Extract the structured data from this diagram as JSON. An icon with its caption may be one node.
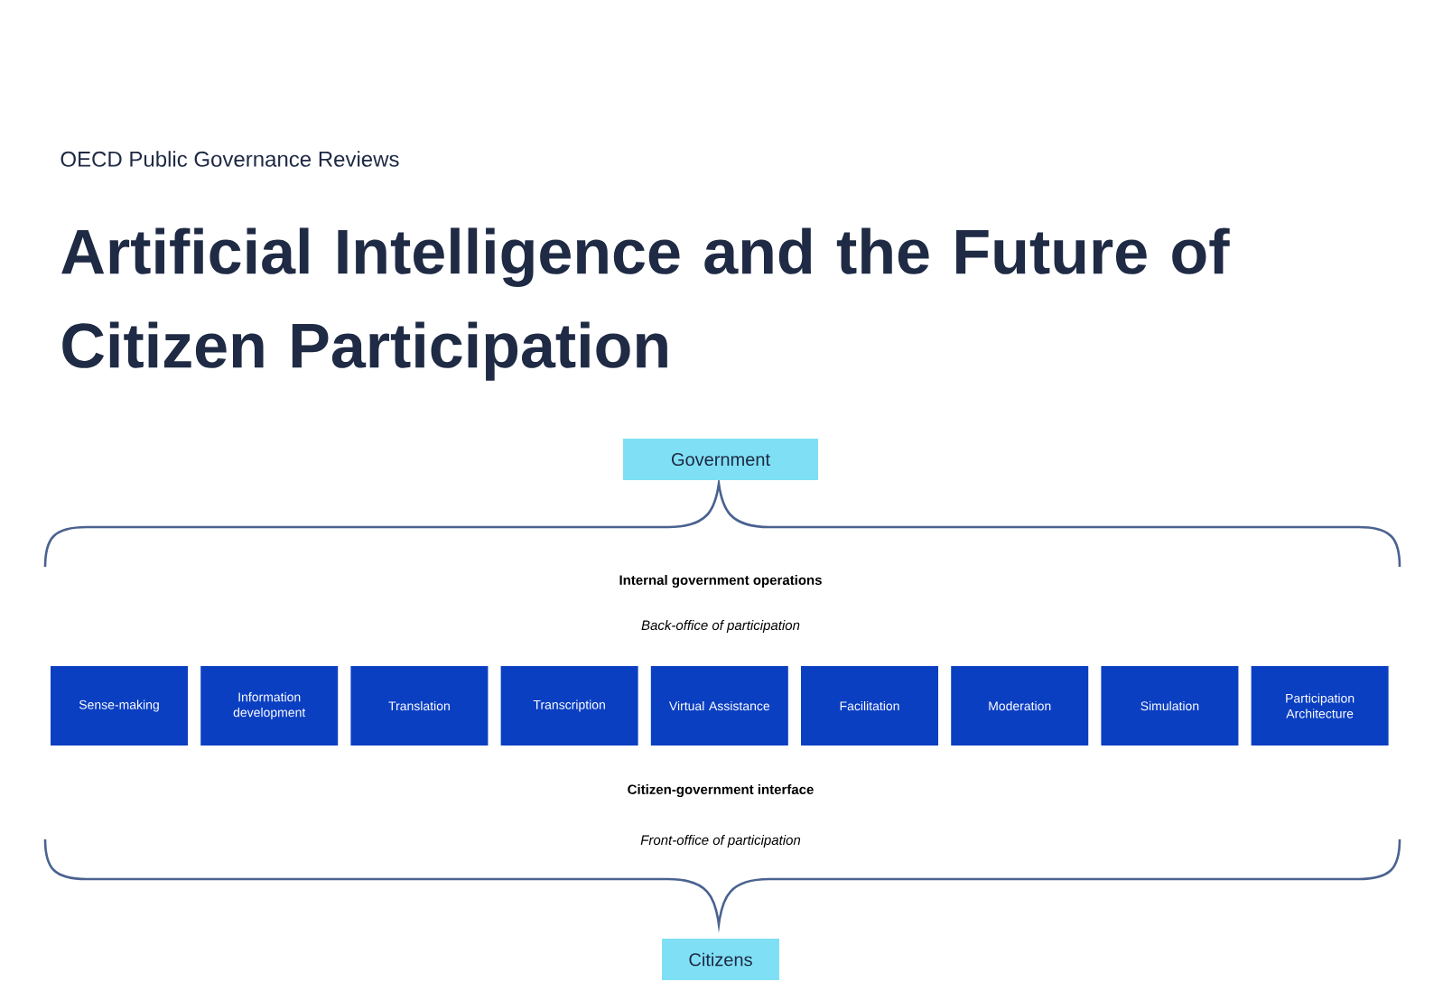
{
  "diagram": {
    "title": "Artificial Intelligence and the Future of Citizen Participation",
    "nodes": [
      {
        "text": [
          "Government"
        ]
      },
      {
        "text": [
          "Sense-making"
        ]
      },
      {
        "text": [
          "Information development"
        ]
      },
      {
        "text": [
          "Translation"
        ]
      },
      {
        "text": [
          "Transcription"
        ]
      },
      {
        "text": [
          "Virtual Assistance"
        ]
      },
      {
        "text": [
          "Facilitation"
        ]
      },
      {
        "text": [
          "Moderation"
        ]
      },
      {
        "text": [
          "Simulation"
        ]
      },
      {
        "text": [
          "Participation Architecture"
        ]
      },
      {
        "text": [
          "Citizens"
        ]
      }
    ],
    "labels": [
      "OECD Public Governance Reviews",
      "Internal government operations",
      "Back-office of participation",
      "Citizen-government interface",
      "Front-office of participation"
    ]
  }
}
